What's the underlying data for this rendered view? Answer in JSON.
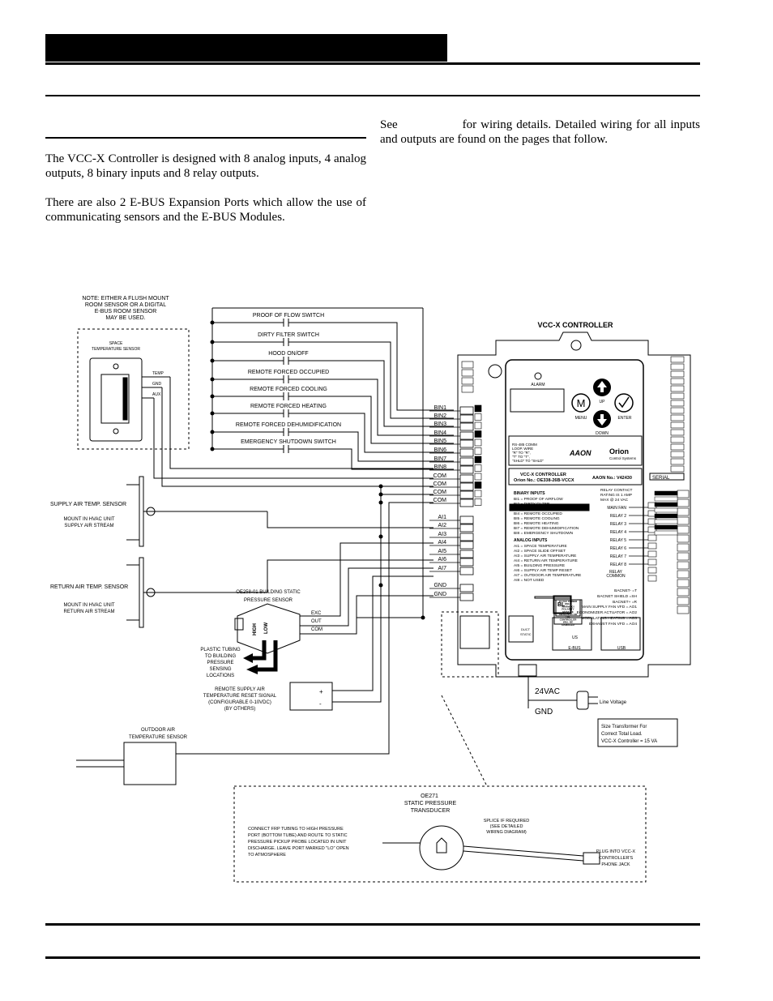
{
  "intro": {
    "p1": "The VCC-X Controller is designed with 8 analog inputs, 4 analog outputs, 8 binary inputs and 8 relay outputs.",
    "p2": "There are also 2 E-BUS Expansion Ports which allow the use of communicating sensors and the E-BUS Modules.",
    "see_prefix": "See",
    "see_rest": "for wiring details. Detailed wiring for all inputs and outputs are found on the pages that follow."
  },
  "diagram": {
    "controller_title": "VCC-X CONTROLLER",
    "room_sensor_note": [
      "NOTE: EITHER A FLUSH MOUNT",
      "ROOM SENSOR OR A DIGITAL",
      "E-BUS ROOM SENSOR",
      "MAY BE USED."
    ],
    "space_sensor": [
      "SPACE",
      "TEMPERATURE SENSOR"
    ],
    "sensor_terms": [
      "TEMP",
      "GND",
      "AUX"
    ],
    "switches": [
      "PROOF OF FLOW SWITCH",
      "DIRTY FILTER SWITCH",
      "HOOD ON/OFF",
      "REMOTE FORCED OCCUPIED",
      "REMOTE FORCED COOLING",
      "REMOTE FORCED HEATING",
      "REMOTE FORCED DEHUMIDIFICATION",
      "EMERGENCY SHUTDOWN SWITCH"
    ],
    "terminals": [
      "BIN1",
      "BIN2",
      "BIN3",
      "BIN4",
      "BIN5",
      "BIN6",
      "BIN7",
      "BIN8",
      "COM",
      "COM",
      "COM",
      "COM",
      "AI1",
      "AI2",
      "AI3",
      "AI4",
      "AI5",
      "AI6",
      "AI7",
      "GND",
      "GND"
    ],
    "supply_sensor": "SUPPLY AIR TEMP. SENSOR",
    "supply_mount": [
      "MOUNT IN HVAC UNIT",
      "SUPPLY  AIR STREAM"
    ],
    "return_sensor": "RETURN AIR TEMP. SENSOR",
    "return_mount": [
      "MOUNT IN HVAC UNIT",
      "RETURN AIR STREAM"
    ],
    "static_sensor": [
      "OE258-01 BUILDING STATIC",
      "PRESSURE SENSOR"
    ],
    "static_terms": [
      "EXC",
      "OUT",
      "COM"
    ],
    "high_low": [
      "HIGH",
      "LOW"
    ],
    "tubing_note": [
      "PLASTIC TUBING",
      "TO BUILDING",
      "PRESSURE",
      "SENSING",
      "LOCATIONS"
    ],
    "reset_signal": [
      "REMOTE SUPPLY AIR",
      "TEMPERATURE RESET SIGNAL",
      "(CONFIGURABLE 0-10VDC)",
      "(BY OTHERS)"
    ],
    "outdoor_sensor": [
      "OUTDOOR AIR",
      "TEMPERATURE SENSOR"
    ],
    "power": {
      "vac": "24VAC",
      "gnd": "GND",
      "line": "Line Voltage"
    },
    "transformer_note": [
      "Size Transformer For",
      "Correct Total Load.",
      "VCC-X Controller = 15 VA"
    ],
    "oe271": [
      "OE271",
      "STATIC PRESSURE",
      "TRANSDUCER"
    ],
    "frp_note": [
      "CONNECT FRP TUBING TO HIGH PRESSURE",
      "PORT  (BOTTOM TUBE) AND ROUTE TO STATIC",
      "PRESSURE PICKUP PROBE LOCATED IN UNIT",
      "DISCHARGE. LEAVE PORT MARKED \"LO\" OPEN",
      "TO ATMOSPHERE"
    ],
    "splice_note": [
      "SPLICE IF REQUIRED",
      "(SEE DETAILED",
      "WIRING DIAGRAM)"
    ],
    "plug_note": [
      "PLUG INTO VCC-X",
      "CONTROLLER'S",
      "PHONE JACK"
    ],
    "board": {
      "alarm": "ALARM",
      "menu": "MENU",
      "up": "UP",
      "enter": "ENTER",
      "down": "DOWN",
      "loop_note": [
        "RS-485 COMM",
        "LOOP. WIRE",
        "\"R\" TO \"R\",",
        "\"T\" TO \"T\",",
        "\"SHLD\" TO \"SHLD\""
      ],
      "aaon": "AAON",
      "orion": "Orion",
      "orion_sub": "Control Systems",
      "title1": "VCC-X CONTROLLER",
      "title2": "Orion No.:  OE338-26B-VCCX",
      "aaon_no": "AAON No.: V42430",
      "binary_title": "BINARY INPUTS",
      "binary": [
        "BI1 = PROOF OF AIRFLOW",
        "BI2 = DIRTY FILTER",
        "BI3 = HOOD ON/OFF",
        "BI4 = REMOTE OCCUPIED",
        "BI5 = REMOTE COOLING",
        "BI6 = REMOTE HEATING",
        "BI7 = REMOTE DEHUMIDIFICATION",
        "BI8 = EMERGENCY SHUTDOWN"
      ],
      "analog_title": "ANALOG INPUTS",
      "analog": [
        "AI1 = SPACE TEMPERATURE",
        "AI2 = SPACE SLIDE OFFSET",
        "AI3 = SUPPLY AIR TEMPERATURE",
        "AI4 = RETURN AIR TEMPERATURE",
        "AI5 = BUILDING PRESSURE",
        "AI6 = SUPPLY AIR TEMP RESET",
        "AI7 = OUTDOOR AIR TEMPERATURE",
        "AI8 = NOT USED"
      ],
      "relay_rating": [
        "RELAY CONTACT",
        "RATING IS 1 AMP",
        "MAX @ 24 VAC"
      ],
      "relays": [
        "MAIN FAN",
        "RELAY 2",
        "RELAY 3",
        "RELAY 4",
        "RELAY 5",
        "RELAY 6",
        "RELAY 7",
        "RELAY 8"
      ],
      "relay_common": [
        "RELAY",
        "COMMON"
      ],
      "bacnet": [
        "BACNET- =T",
        "BACNET SHIELD =SH",
        "BACNET+ =R"
      ],
      "aos": [
        "MAIN SUPPLY FAN VFD = AO1",
        "ECONOMIZER ACTUATOR = AO2",
        "MODULATING HEATING = AO3",
        "EXHAUST FAN VFD = AO4"
      ],
      "warning": [
        "24 VAC POWER",
        "ONLY",
        "WARNING!",
        "POLARITY",
        "MUST BE",
        "OBSERVED OR",
        "THE",
        "CONTROLLER",
        "WILL BE",
        "DAMAGED"
      ],
      "ebus": "E-BUS",
      "usb": "USB",
      "duct_static": [
        "DUCT",
        "STATIC"
      ],
      "serial": "SERIAL",
      "bl": "BL",
      "ul": "US"
    }
  }
}
